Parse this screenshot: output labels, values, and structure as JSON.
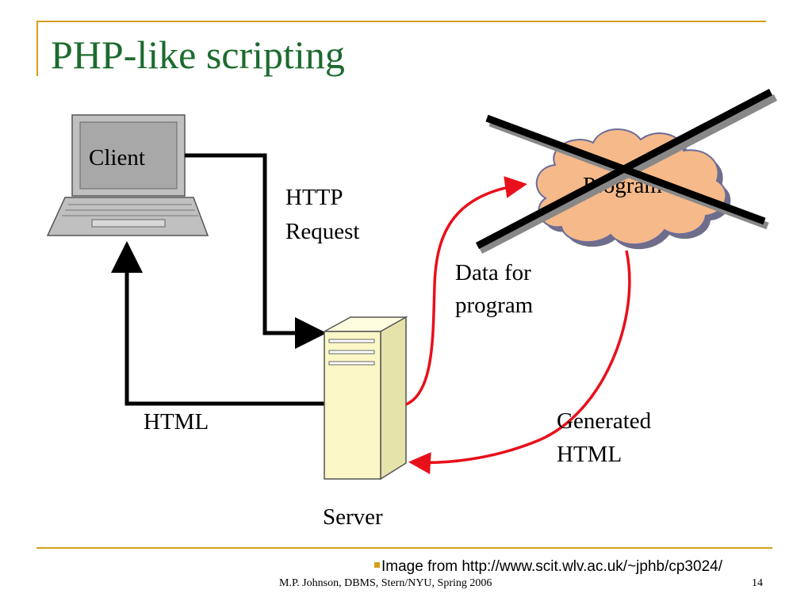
{
  "slide": {
    "title": "PHP-like scripting",
    "credit": "Image from http://www.scit.wlv.ac.uk/~jphb/cp3024/",
    "footer": "M.P. Johnson, DBMS, Stern/NYU, Spring 2006",
    "page_number": "14"
  },
  "diagram": {
    "client_label": "Client",
    "http_request_label": [
      "HTTP",
      "Request"
    ],
    "html_label": "HTML",
    "server_label": "Server",
    "data_for_program_label": [
      "Data for",
      "program"
    ],
    "generated_html_label": [
      "Generated",
      "HTML"
    ],
    "program_label": "Program",
    "colors": {
      "accent_line": "#d4a017",
      "title_text": "#1b6b2e",
      "request_arrow": "#000000",
      "program_arrow": "#e8101a",
      "cloud_fill": "#f5b98a",
      "server_fill": "#fbf7c6",
      "laptop_fill": "#c0c0c0"
    }
  }
}
